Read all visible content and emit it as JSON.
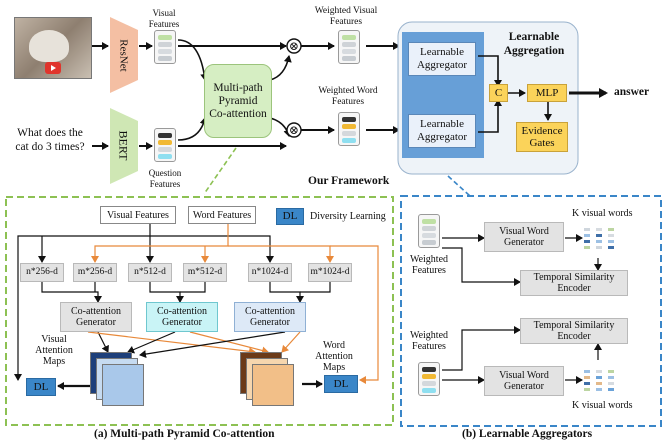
{
  "top": {
    "resnet": "ResNet",
    "bert": "BERT",
    "question": "What does the cat do 3 times?",
    "visual_features": "Visual Features",
    "question_features": "Question Features",
    "mpca": "Multi-path Pyramid Co-attention",
    "weighted_visual": "Weighted Visual Features",
    "weighted_word": "Weighted Word Features",
    "otimes": "⊗",
    "learnable_aggregation": "Learnable Aggregation",
    "learnable_aggregator": "Learnable Aggregator",
    "c": "C",
    "mlp": "MLP",
    "evidence_gates": "Evidence Gates",
    "answer": "answer",
    "framework": "Our Framework"
  },
  "left_panel": {
    "visual_features": "Visual Features",
    "word_features": "Word Features",
    "dl": "DL",
    "diversity_learning": "Diversity Learning",
    "dims": [
      "n*256-d",
      "m*256-d",
      "n*512-d",
      "m*512-d",
      "n*1024-d",
      "m*1024-d"
    ],
    "generator": "Co-attention Generator",
    "visual_attention_maps": "Visual Attention Maps",
    "word_attention_maps": "Word Attention Maps",
    "caption": "(a) Multi-path Pyramid Co-attention"
  },
  "right_panel": {
    "weighted_features": "Weighted Features",
    "visual_word_generator": "Visual Word Generator",
    "k_visual_words": "K visual words",
    "temporal_similarity_encoder": "Temporal Similarity Encoder",
    "caption": "(b) Learnable Aggregators"
  },
  "colors": {
    "accent_blue": "#3a86c8",
    "orange": "#e8893a",
    "green": "#8dc153",
    "yellow": "#fbd35a"
  }
}
